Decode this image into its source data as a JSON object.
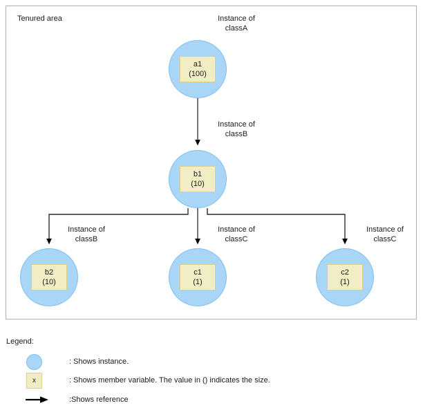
{
  "panel": {
    "title": "Tenured area"
  },
  "nodes": [
    {
      "id": "a1",
      "name": "a1",
      "size": "(100)",
      "caption_line1": "Instance of",
      "caption_line2": "classA"
    },
    {
      "id": "b1",
      "name": "b1",
      "size": "(10)",
      "caption_line1": "Instance of",
      "caption_line2": "classB"
    },
    {
      "id": "b2",
      "name": "b2",
      "size": "(10)",
      "caption_line1": "Instance of",
      "caption_line2": "classB"
    },
    {
      "id": "c1",
      "name": "c1",
      "size": "(1)",
      "caption_line1": "Instance of",
      "caption_line2": "classC"
    },
    {
      "id": "c2",
      "name": "c2",
      "size": "(1)",
      "caption_line1": "Instance of",
      "caption_line2": "classC"
    }
  ],
  "edges": [
    {
      "from": "a1",
      "to": "b1"
    },
    {
      "from": "b1",
      "to": "b2"
    },
    {
      "from": "b1",
      "to": "c1"
    },
    {
      "from": "b1",
      "to": "c2"
    }
  ],
  "legend": {
    "title": "Legend:",
    "member_glyph": "x",
    "items": [
      {
        "icon": "instance-circle",
        "text": ": Shows instance."
      },
      {
        "icon": "member-variable-box",
        "text": ": Shows member variable. The value in () indicates the size."
      },
      {
        "icon": "reference-arrow",
        "text": ":Shows reference"
      }
    ]
  },
  "colors": {
    "instance_fill": "#a9d6f7",
    "instance_stroke": "#7fc0ef",
    "member_fill": "#f1edc4",
    "member_stroke": "#d9cf89",
    "edge_stroke": "#555555",
    "arrow_fill": "#000000",
    "panel_border": "#b0b0b0",
    "text": "#1a1a1a"
  }
}
